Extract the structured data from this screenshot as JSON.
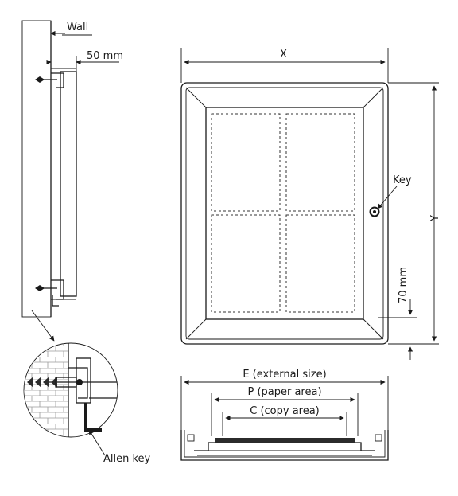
{
  "labels": {
    "wall": "Wall",
    "offset": "50 mm",
    "width": "X",
    "height": "Y",
    "key": "Key",
    "bottom_offset": "70 mm",
    "external": "E (external size)",
    "paper": "P (paper area)",
    "copy": "C (copy area)",
    "allen": "Allen key"
  }
}
